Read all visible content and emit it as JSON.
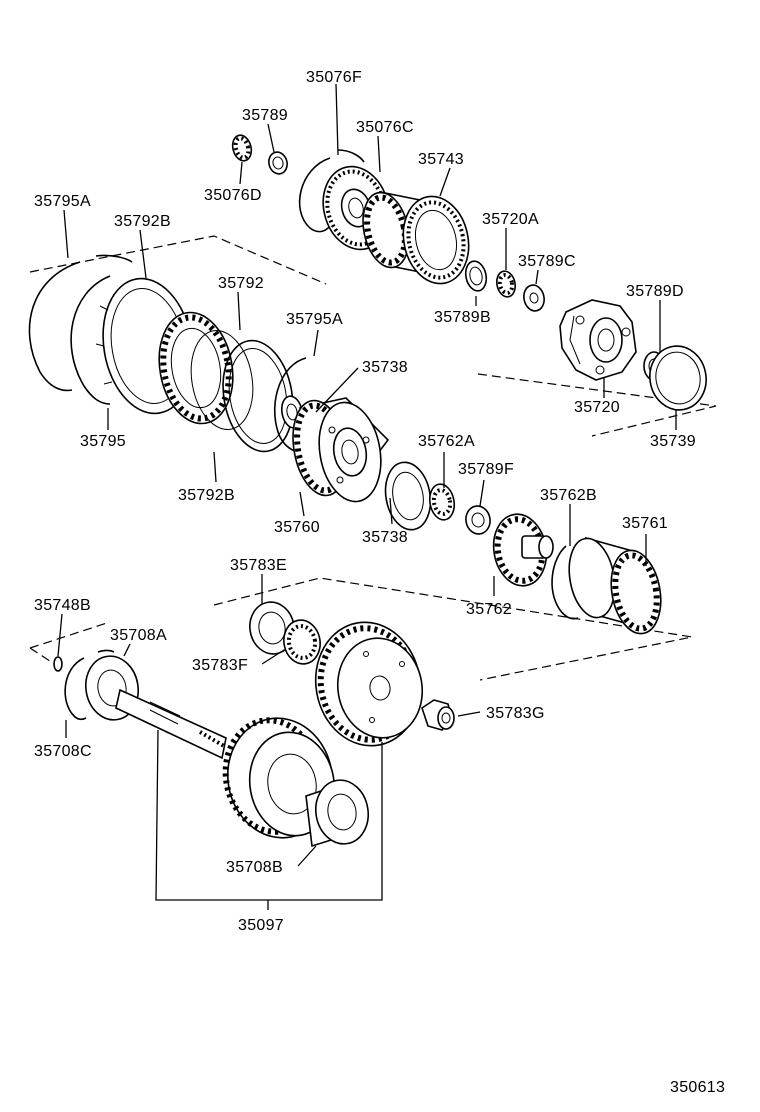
{
  "diagram": {
    "labels": {
      "p35076F": "35076F",
      "p35789": "35789",
      "p35076C": "35076C",
      "p35743": "35743",
      "p35076D": "35076D",
      "p35795A_top": "35795A",
      "p35792B_top": "35792B",
      "p35720A": "35720A",
      "p35789C": "35789C",
      "p35792": "35792",
      "p35789D": "35789D",
      "p35789B": "35789B",
      "p35795A_mid": "35795A",
      "p35738_top": "35738",
      "p35720": "35720",
      "p35795": "35795",
      "p35739": "35739",
      "p35762A": "35762A",
      "p35789F": "35789F",
      "p35792B_bottom": "35792B",
      "p35762B": "35762B",
      "p35761": "35761",
      "p35760": "35760",
      "p35738_bottom": "35738",
      "p35783E": "35783E",
      "p35762": "35762",
      "p35748B": "35748B",
      "p35708A": "35708A",
      "p35783F": "35783F",
      "p35783G": "35783G",
      "p35708C": "35708C",
      "p35708B": "35708B",
      "p35097": "35097"
    },
    "reference_code": "350613"
  }
}
